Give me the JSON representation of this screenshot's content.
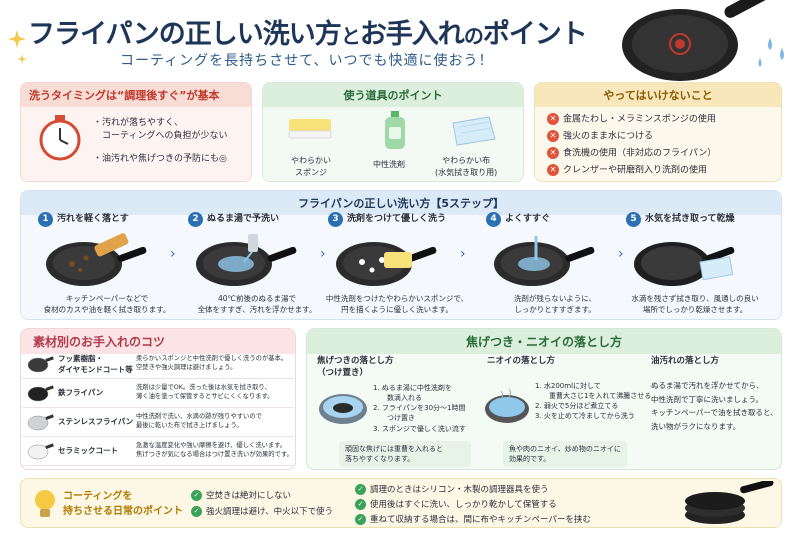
{
  "header": {
    "title_a": "フライパンの正しい洗い方",
    "title_b": "と",
    "title_c": "お手入れ",
    "title_d": "の",
    "title_e": "ポイント",
    "subtitle": "コーティングを長持ちさせて、いつでも快適に使おう！"
  },
  "timing": {
    "title": "洗うタイミングは“調理後すぐ”が基本",
    "line1": "・汚れが落ちやすく、",
    "line2": "　コーティングへの負担が少ない",
    "line3": "・油汚れや焦げつきの予防にも◎"
  },
  "tools": {
    "title": "使う道具のポイント",
    "sponge_1": "やわらかい",
    "sponge_2": "スポンジ",
    "detergent": "中性洗剤",
    "cloth_1": "やわらかい布",
    "cloth_2": "(水気拭き取り用)"
  },
  "donts": {
    "title": "やってはいけないこと",
    "items": [
      "金属たわし・メラミンスポンジの使用",
      "強火のまま水につける",
      "食洗機の使用（非対応のフライパン）",
      "クレンザーや研磨剤入り洗剤の使用"
    ]
  },
  "steps": {
    "title": "フライパンの正しい洗い方【5ステップ】",
    "items": [
      {
        "num": "1",
        "label": "汚れを軽く落とす",
        "d1": "キッチンペーパーなどで",
        "d2": "食材のカスや油を軽く拭き取ります。"
      },
      {
        "num": "2",
        "label": "ぬるま湯で予洗い",
        "d1": "40℃前後のぬるま湯で",
        "d2": "全体をすすぎ、汚れを浮かせます。"
      },
      {
        "num": "3",
        "label": "洗剤をつけて優しく洗う",
        "d1": "中性洗剤をつけたやわらかいスポンジで、",
        "d2": "円を描くように優しく洗います。"
      },
      {
        "num": "4",
        "label": "よくすすぐ",
        "d1": "洗剤が残らないように、",
        "d2": "しっかりとすすぎます。"
      },
      {
        "num": "5",
        "label": "水気を拭き取って乾燥",
        "d1": "水滴を残さず拭き取り、風通しの良い",
        "d2": "場所でしっかり乾燥させます。"
      }
    ]
  },
  "materials": {
    "title": "素材別のお手入れのコツ",
    "rows": [
      {
        "name1": "フッ素樹脂・",
        "name2": "ダイヤモンドコート等",
        "t1": "柔らかいスポンジと中性洗剤で優しく洗うのが基本。",
        "t2": "空焚きや強火調理は避けましょう。"
      },
      {
        "name1": "鉄フライパン",
        "name2": "",
        "t1": "洗剤は少量でOK。洗った後は水気を拭き取り、",
        "t2": "薄く油を塗って保管するとサビにくくなります。"
      },
      {
        "name1": "ステンレスフライパン",
        "name2": "",
        "t1": "中性洗剤で洗い、水滴の跡が残りやすいので",
        "t2": "最後に乾いた布で拭き上げましょう。"
      },
      {
        "name1": "セラミックコート",
        "name2": "",
        "t1": "急激な温度変化や強い摩擦を避け、優しく洗います。",
        "t2": "焦げつきが気になる場合はつけ置き洗いが効果的です。"
      }
    ]
  },
  "stains": {
    "title": "焦げつき・ニオイの落とし方",
    "burnt_title1": "焦げつきの落とし方",
    "burnt_title2": "（つけ置き）",
    "burnt_steps": [
      "1. ぬるま湯に中性洗剤を",
      "　　数滴入れる",
      "2. フライパンを30分〜1時間",
      "　　つけ置き",
      "3. スポンジで優しく洗い流す"
    ],
    "burnt_note1": "頑固な焦げには重曹を入れると",
    "burnt_note2": "落ちやすくなります。",
    "odor_title": "ニオイの落とし方",
    "odor_steps": [
      "1. 水200mlに対して",
      "　　重曹大さじ1を入れて沸騰させる",
      "2. 弱火で5分ほど煮立てる",
      "3. 火を止めて冷ましてから洗う"
    ],
    "odor_note1": "魚や肉のニオイ、炒め物のニオイに",
    "odor_note2": "効果的です。",
    "oil_title": "油汚れの落とし方",
    "oil_lines": [
      "ぬるま湯で汚れを浮かせてから、",
      "中性洗剤で丁寧に洗いましょう。",
      "キッチンペーパーで油を拭き取ると、",
      "洗い物がラクになります。"
    ]
  },
  "footer": {
    "title1": "コーティングを",
    "title2": "持ちさせる日常のポイント",
    "left": [
      "空焚きは絶対にしない",
      "強火調理は避け、中火以下で使う"
    ],
    "right": [
      "調理のときはシリコン・木製の調理器具を使う",
      "使用後はすぐに洗い、しっかり乾かして保管する",
      "重ねて収納する場合は、間に布やキッチンペーパーを挟む"
    ]
  },
  "colors": {
    "navy": "#1d3557",
    "accent_red": "#e0543b",
    "accent_green": "#3aa25a",
    "step_blue": "#2d6fb3"
  }
}
